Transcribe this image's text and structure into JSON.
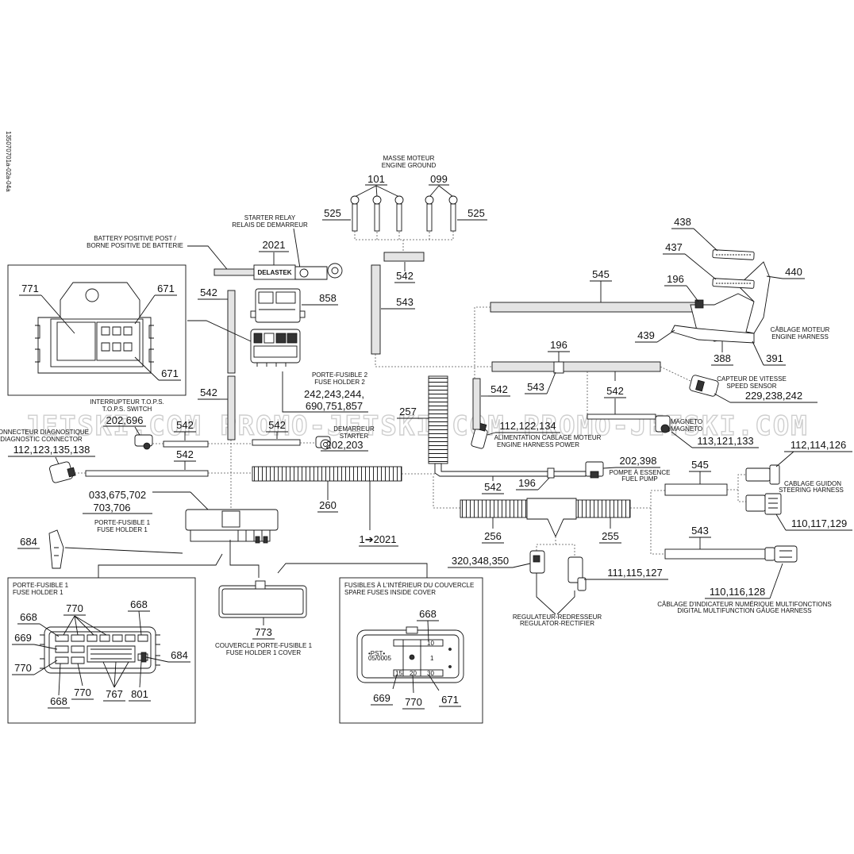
{
  "doc_code": "135070701a-02a-04a",
  "watermark": "JETSKI.COM  PROMO-JETSKI.COM  PROMO-JETSKI.COM",
  "captions": {
    "engine_ground_fr": "MASSE MOTEUR",
    "engine_ground_en": "ENGINE GROUND",
    "starter_relay_en": "STARTER RELAY",
    "starter_relay_fr": "RELAIS DE DEMARREUR",
    "battery_post_en": "BATTERY POSITIVE POST /",
    "battery_post_fr": "BORNE POSITIVE DE BATTERIE",
    "fuse_holder2_fr": "PORTE-FUSIBLE 2",
    "fuse_holder2_en": "FUSE HOLDER 2",
    "tops_fr": "INTERRUPTEUR T.O.P.S.",
    "tops_en": "T.O.P.S. SWITCH",
    "diag_fr": "CONNECTEUR DIAGNOSTIQUE",
    "diag_en": "DIAGNOSTIC CONNECTOR",
    "starter_fr": "DEMARREUR",
    "starter_en": "STARTER",
    "eng_power_fr": "ALIMENTATION CABLAGE MOTEUR",
    "eng_power_en": "ENGINE HARNESS POWER",
    "magneto_fr": "MAGNETO",
    "magneto_en": "MAGNETO",
    "speed_fr": "CAPTEUR DE VITESSE",
    "speed_en": "SPEED SENSOR",
    "eng_harness_fr": "CÂBLAGE MOTEUR",
    "eng_harness_en": "ENGINE HARNESS",
    "fuel_pump_fr": "POMPE À ESSENCE",
    "fuel_pump_en": "FUEL PUMP",
    "steering_fr": "CABLAGE GUIDON",
    "steering_en": "STEERING HARNESS",
    "fuse_holder1_fr": "PORTE-FUSIBLE 1",
    "fuse_holder1_en": "FUSE HOLDER 1",
    "fh1_cover_fr": "COUVERCLE PORTE-FUSIBLE 1",
    "fh1_cover_en": "FUSE HOLDER 1 COVER",
    "spare_fr": "FUSIBLES À L'INTÉRIEUR DU COUVERCLE",
    "spare_en": "SPARE FUSES INSIDE COVER",
    "regulator_fr": "REGULATEUR-REDRESSEUR",
    "regulator_en": "REGULATOR-RECTIFIER",
    "gauge_fr": "CÂBLAGE D'INDICATEUR NUMÉRIQUE MULTIFONCTIONS",
    "gauge_en": "DIGITAL MULTIFUNCTION GAUGE HARNESS",
    "relay_brand": "DELASTEK",
    "pst_label": "•PST•",
    "pst_sub": "05/0005"
  },
  "refs": {
    "r101": "101",
    "r099": "099",
    "r525a": "525",
    "r525b": "525",
    "r2021": "2021",
    "r858": "858",
    "r542_a": "542",
    "r542_b": "542",
    "r542_c": "542",
    "r542_d": "542",
    "r542_e": "542",
    "r542_f": "542",
    "r542_g": "542",
    "r542_h": "542",
    "r543_a": "543",
    "r543_b": "543",
    "r543_c": "543",
    "r545_a": "545",
    "r545_b": "545",
    "r196_a": "196",
    "r196_b": "196",
    "r196_c": "196",
    "r438": "438",
    "r437": "437",
    "r440": "440",
    "r439": "439",
    "r388": "388",
    "r391": "391",
    "r771": "771",
    "r671_a": "671",
    "r671_b": "671",
    "r_fh2": "242,243,244,",
    "r_fh2b": "690,751,857",
    "r_tops": "202,696",
    "r_diag": "112,123,135,138",
    "r257": "257",
    "r_engpow": "112,122,134",
    "r_starter": "202,203",
    "r_magneto": "113,121,133",
    "r_speed": "229,238,242",
    "r_fuel": "202,398",
    "r_steer1": "112,114,126",
    "r_steer2": "110,117,129",
    "r_gauge": "110,116,128",
    "r_fh1a": "033,675,702",
    "r_fh1b": "703,706",
    "r260": "260",
    "r256": "256",
    "r255": "255",
    "r1to2021": "1➔2021",
    "r684_a": "684",
    "r684_b": "684",
    "r_reg1": "320,348,350",
    "r_reg2": "111,115,127",
    "r668_a": "668",
    "r668_b": "668",
    "r668_c": "668",
    "r668_d": "668",
    "r770_a": "770",
    "r770_b": "770",
    "r770_c": "770",
    "r770_d": "770",
    "r669_a": "669",
    "r669_b": "669",
    "r767": "767",
    "r801": "801",
    "r773": "773",
    "r671_c": "671"
  },
  "fuse_labels": {
    "f10": "10",
    "f15": "15",
    "f20": "20",
    "f30": "30",
    "f1": "1"
  },
  "colors": {
    "ink": "#111111",
    "tube": "#e4e4e4",
    "watermark": "#cfcfcf"
  }
}
